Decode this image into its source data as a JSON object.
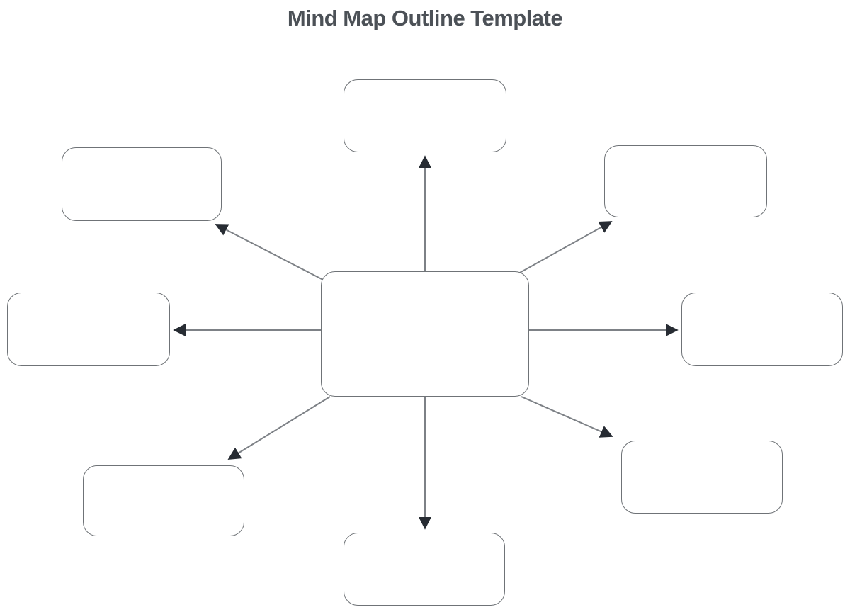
{
  "title": "Mind Map Outline Template",
  "colors": {
    "background": "#ffffff",
    "title_text": "#4c5157",
    "node_border": "#6f7377",
    "node_fill": "#ffffff",
    "connector_line": "#7d8186",
    "arrowhead": "#272c33"
  },
  "diagram": {
    "central": {
      "label": ""
    },
    "branches": [
      {
        "id": "top",
        "label": ""
      },
      {
        "id": "upper-right",
        "label": ""
      },
      {
        "id": "right",
        "label": ""
      },
      {
        "id": "lower-right",
        "label": ""
      },
      {
        "id": "bottom",
        "label": ""
      },
      {
        "id": "lower-left",
        "label": ""
      },
      {
        "id": "left",
        "label": ""
      },
      {
        "id": "upper-left",
        "label": ""
      }
    ],
    "connectors": [
      {
        "from": "central",
        "to": "top"
      },
      {
        "from": "central",
        "to": "upper-right"
      },
      {
        "from": "central",
        "to": "right"
      },
      {
        "from": "central",
        "to": "lower-right"
      },
      {
        "from": "central",
        "to": "bottom"
      },
      {
        "from": "central",
        "to": "lower-left"
      },
      {
        "from": "central",
        "to": "left"
      },
      {
        "from": "central",
        "to": "upper-left"
      }
    ]
  }
}
